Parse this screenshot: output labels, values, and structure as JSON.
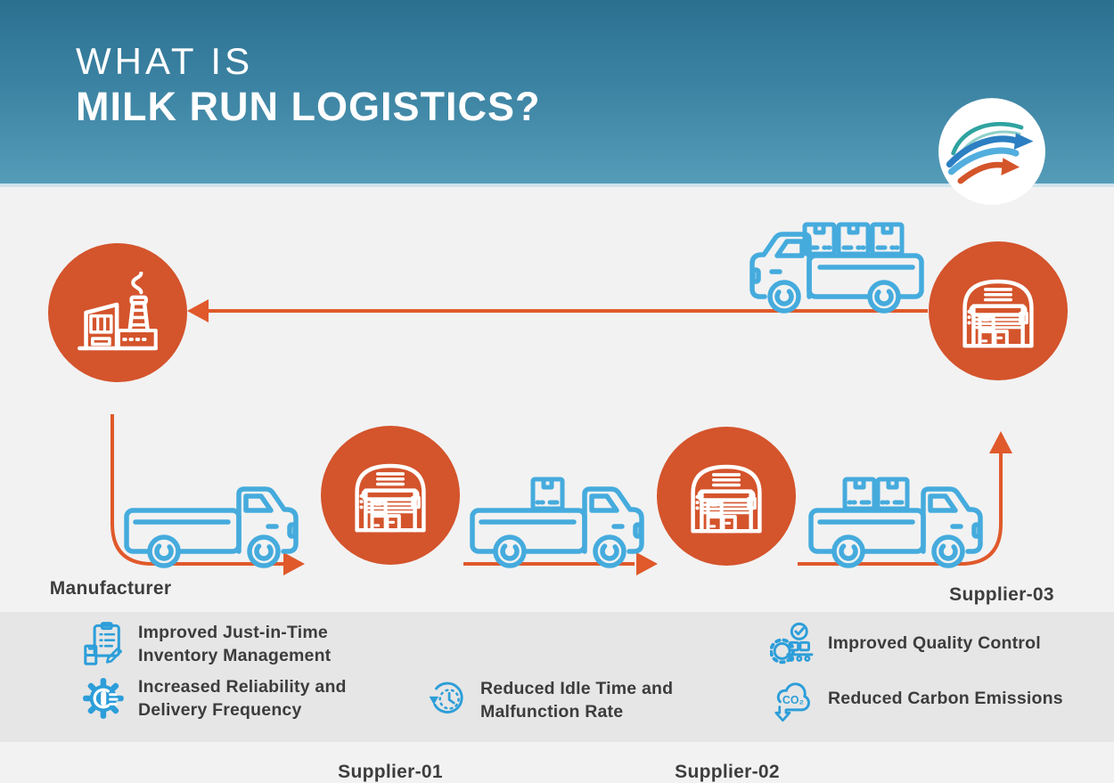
{
  "header": {
    "title_line1": "WHAT IS",
    "title_line2": "MILK RUN LOGISTICS?"
  },
  "diagram": {
    "nodes": [
      {
        "label": "Manufacturer",
        "icon": "factory-icon"
      },
      {
        "label": "Supplier-01",
        "icon": "warehouse-icon"
      },
      {
        "label": "Supplier-02",
        "icon": "warehouse-icon"
      },
      {
        "label": "Supplier-03",
        "icon": "warehouse-icon"
      }
    ],
    "routes": [
      {
        "from": "Manufacturer",
        "to": "Supplier-01",
        "truck_cargo_boxes": 0
      },
      {
        "from": "Supplier-01",
        "to": "Supplier-02",
        "truck_cargo_boxes": 1
      },
      {
        "from": "Supplier-02",
        "to": "Supplier-03",
        "truck_cargo_boxes": 2
      },
      {
        "from": "Supplier-03",
        "to": "Manufacturer",
        "truck_cargo_boxes": 3
      }
    ]
  },
  "benefits": [
    {
      "icon": "clipboard-inventory-icon",
      "lines": [
        "Improved Just-in-Time",
        "Inventory Management"
      ]
    },
    {
      "icon": "gear-thumbs-up-icon",
      "lines": [
        "Increased Reliability and",
        "Delivery Frequency"
      ]
    },
    {
      "icon": "stopwatch-icon",
      "lines": [
        "Reduced Idle Time and",
        "Malfunction Rate"
      ]
    },
    {
      "icon": "quality-gear-check-icon",
      "lines": [
        "Improved Quality Control"
      ]
    },
    {
      "icon": "co2-cloud-icon",
      "lines": [
        "Reduced Carbon Emissions"
      ],
      "icon_label": "CO₂"
    }
  ],
  "colors": {
    "header_gradient_top": "#2c7090",
    "header_gradient_bottom": "#549cb8",
    "header_divider": "#cfe3ed",
    "node_orange": "#d4542c",
    "route_orange": "#e0592b",
    "truck_blue": "#45abdd",
    "benefit_icon_blue": "#2d9ed9",
    "text_dark": "#3c3c3c",
    "canvas_bg": "#f2f2f2",
    "footer_bg": "#e6e6e6"
  }
}
